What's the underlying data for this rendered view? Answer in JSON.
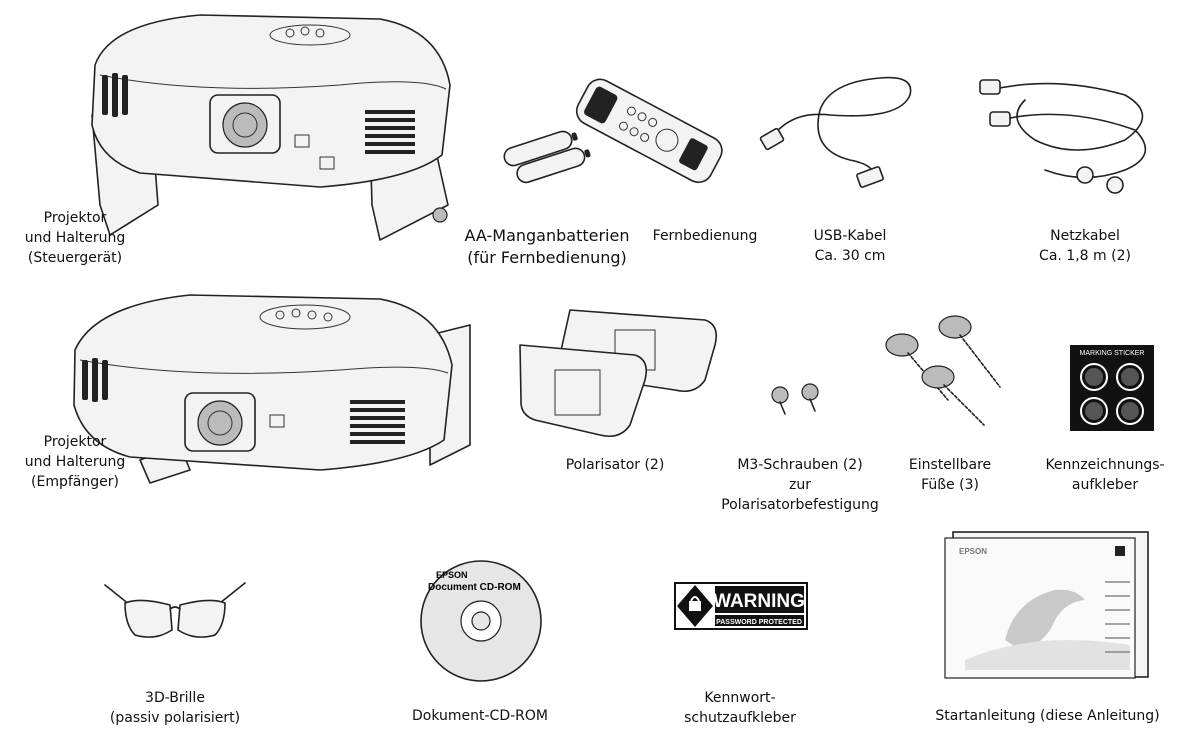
{
  "items": {
    "projector_steuer": {
      "lines": [
        "Projektor",
        "und Halterung",
        "(Steuergerät)"
      ]
    },
    "batteries": {
      "lines": [
        "AA-Manganbatterien",
        "(für Fernbedienung)"
      ]
    },
    "remote": {
      "lines": [
        "Fernbedienung"
      ]
    },
    "usb": {
      "lines": [
        "USB-Kabel",
        "Ca. 30 cm"
      ]
    },
    "power": {
      "lines": [
        "Netzkabel",
        "Ca. 1,8 m (2)"
      ]
    },
    "projector_empf": {
      "lines": [
        "Projektor",
        "und Halterung",
        "(Empfänger)"
      ]
    },
    "polarizer": {
      "lines": [
        "Polarisator (2)"
      ]
    },
    "screws": {
      "lines": [
        "M3-Schrauben (2)",
        "zur",
        "Polarisatorbefestigung"
      ]
    },
    "feet": {
      "lines": [
        "Einstellbare",
        "Füße (3)"
      ]
    },
    "sticker": {
      "lines": [
        "Kennzeichnungs-",
        "aufkleber"
      ],
      "graphic_text": "MARKING STICKER"
    },
    "glasses": {
      "lines": [
        "3D-Brille",
        "(passiv polarisiert)"
      ]
    },
    "cdrom": {
      "lines": [
        "Dokument-CD-ROM"
      ],
      "disc_brand": "EPSON",
      "disc_title": "Document CD-ROM"
    },
    "password_sticker": {
      "lines": [
        "Kennwort-",
        "schutzaufkleber"
      ],
      "warning": "WARNING",
      "subtext": "PASSWORD PROTECTED"
    },
    "guide": {
      "lines": [
        "Startanleitung (diese Anleitung)"
      ],
      "brand": "EPSON"
    }
  }
}
